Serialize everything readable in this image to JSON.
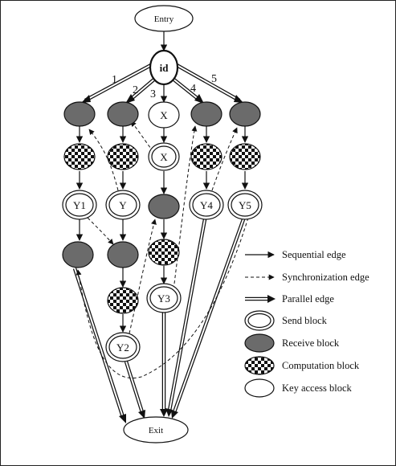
{
  "nodes": {
    "entry": "Entry",
    "id": "id",
    "x1": "X",
    "x2": "X",
    "y1": "Y1",
    "y": "Y",
    "y4": "Y4",
    "y5": "Y5",
    "y3": "Y3",
    "y2": "Y2",
    "exit": "Exit"
  },
  "branch_labels": [
    "1",
    "2",
    "3",
    "4",
    "5"
  ],
  "legend": [
    {
      "kind": "sequential",
      "label": "Sequential edge"
    },
    {
      "kind": "synchronization",
      "label": "Synchronization edge"
    },
    {
      "kind": "parallel",
      "label": "Parallel edge"
    },
    {
      "kind": "send",
      "label": "Send block"
    },
    {
      "kind": "receive",
      "label": "Receive block"
    },
    {
      "kind": "computation",
      "label": "Computation block"
    },
    {
      "kind": "key",
      "label": "Key access block"
    }
  ],
  "colors": {
    "receive_fill": "#6b6b6b",
    "stroke": "#111111",
    "frame_border": "#222222"
  },
  "icons": {
    "computation_pattern": "checkerboard"
  }
}
